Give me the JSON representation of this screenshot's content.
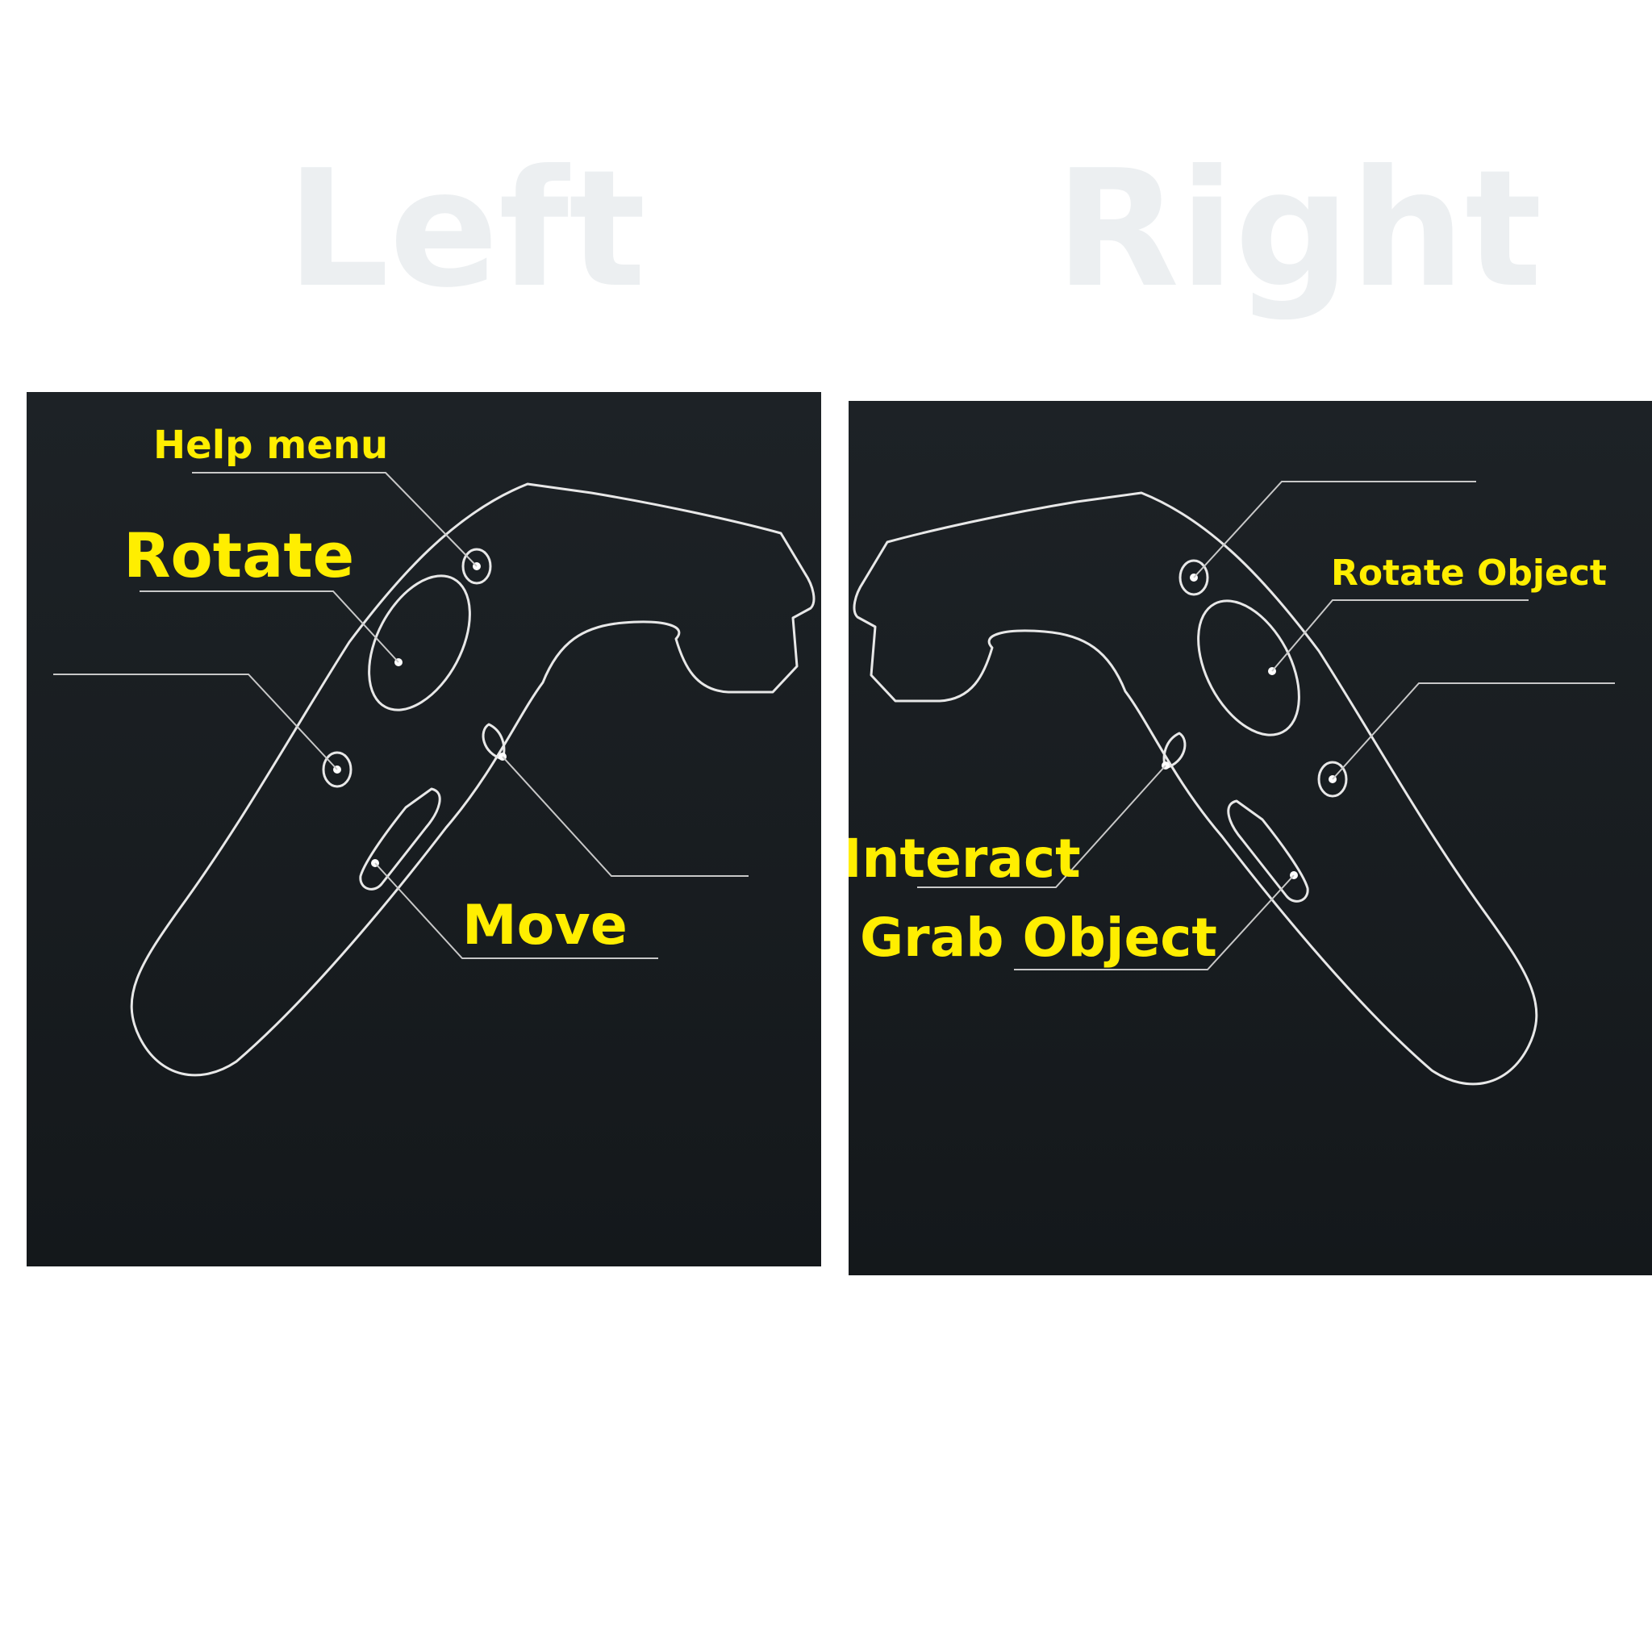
{
  "headings": {
    "left": "Left",
    "right": "Right"
  },
  "left_controller": {
    "labels": {
      "help_menu": "Help menu",
      "rotate": "Rotate",
      "move": "Move"
    }
  },
  "right_controller": {
    "labels": {
      "rotate_object": "Rotate Object",
      "interact": "Interact",
      "grab_object": "Grab Object"
    }
  },
  "colors": {
    "label": "#ffee00",
    "panel_background": "#181c1f",
    "heading": "#eceff1",
    "outline": "#e8e8e8"
  }
}
